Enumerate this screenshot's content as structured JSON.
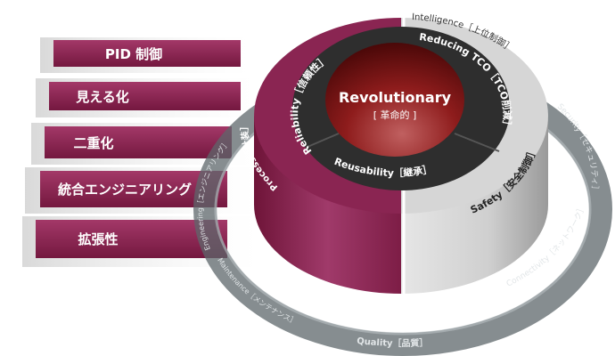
{
  "colors": {
    "magenta": "#8a2552",
    "dark_ring": "#2e2e2e",
    "core_red": "#8e1a1a",
    "silver": "#cfcfcf",
    "glass": "#6e767a"
  },
  "side_bars": [
    {
      "label": "PID 制御"
    },
    {
      "label": "見える化"
    },
    {
      "label": "二重化"
    },
    {
      "label": "統合エンジニアリング"
    },
    {
      "label": "拡張性"
    }
  ],
  "core": {
    "title": "Revolutionary",
    "subtitle": "[ 革命的 ]"
  },
  "inner_ring": {
    "reliability": "Reliability［信頼性］",
    "reducing_tco": "Reducing TCO［TCO削減］",
    "reusability": "Reusability［継承］"
  },
  "outer_top": {
    "process": "Process［計装］",
    "intelligence": "Intelligence［上位制御］",
    "safety": "Safety［安全制御］"
  },
  "glass_ring": {
    "engineering": "Engineering［エンジニアリング］",
    "maintenance": "Maintenance［メンテナンス］",
    "quality": "Quality［品質］",
    "connectivity": "Connectivity［ネットワーク］",
    "security": "Security［セキュリティ］"
  }
}
